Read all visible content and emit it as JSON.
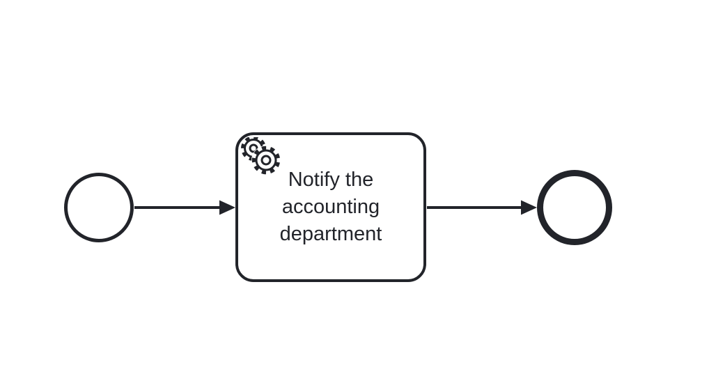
{
  "diagram": {
    "type": "bpmn-process-diagram",
    "colors": {
      "stroke": "#22242a",
      "fill": "#ffffff",
      "background": "#ffffff"
    },
    "start_event": {
      "kind": "bpmn-start-event",
      "label": ""
    },
    "task": {
      "kind": "bpmn-service-task",
      "label": "Notify the accounting department",
      "label_lines": [
        "Notify the",
        "accounting",
        "department"
      ],
      "marker_icon": "gears-icon"
    },
    "end_event": {
      "kind": "bpmn-end-event",
      "label": ""
    },
    "flows": [
      {
        "from": "start-event",
        "to": "service-task"
      },
      {
        "from": "service-task",
        "to": "end-event"
      }
    ]
  }
}
